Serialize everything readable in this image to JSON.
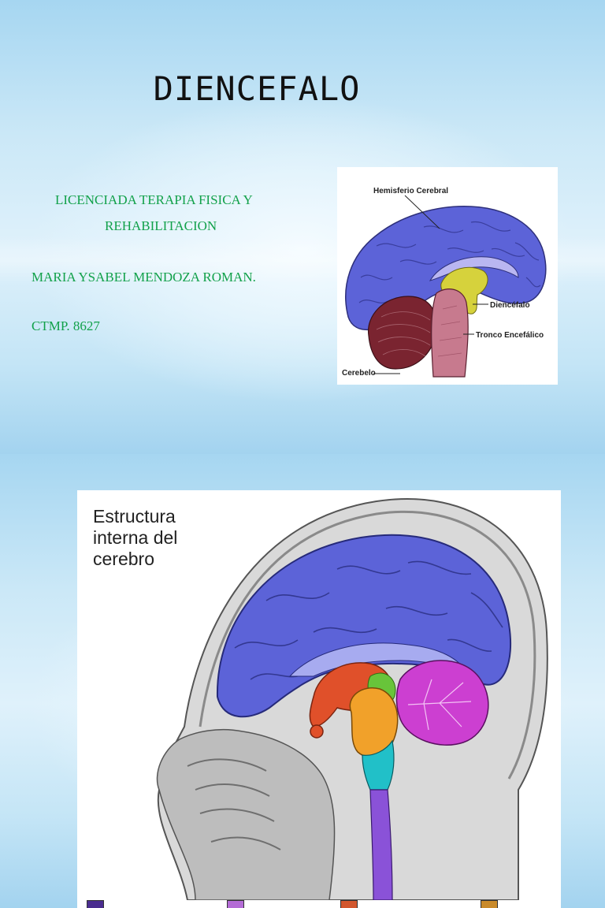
{
  "slide1": {
    "title": "DIENCEFALO",
    "lines": [
      "LICENCIADA  TERAPIA FISICA Y",
      "REHABILITACION",
      "MARIA YSABEL MENDOZA ROMAN.",
      "CTMP. 8627"
    ],
    "figure": {
      "labels": {
        "hemisferio": "Hemisferio Cerebral",
        "diencefalo": "Diencéfalo",
        "tronco": "Tronco Encefálico",
        "cerebelo": "Cerebelo"
      }
    }
  },
  "slide2": {
    "figure": {
      "title_lines": [
        "Estructura",
        "interna del",
        "cerebro"
      ],
      "legend_colors": [
        "#4a2d8f",
        "#b46cd6",
        "#d2572e",
        "#c98a2a"
      ]
    }
  },
  "colors": {
    "accent_text": "#12a14a",
    "hemisphere": "#5c63d8",
    "diencephalon": "#d6d23c",
    "brainstem": "#c77a8e",
    "cerebellum": "#7a2430",
    "cerebellum2": "#cc3fd1"
  }
}
